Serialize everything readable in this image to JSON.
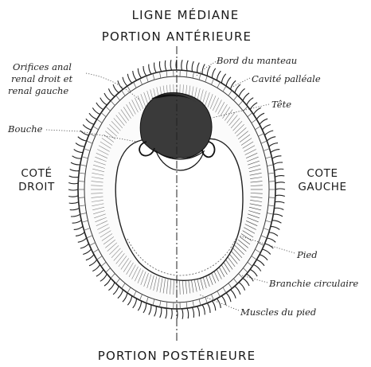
{
  "headings": {
    "top_line1": "LIGNE MÉDIANE",
    "top_line2": "PORTION ANTÉRIEURE",
    "bottom": "PORTION POSTÉRIEURE",
    "left_line1": "COTÉ",
    "left_line2": "DROIT",
    "right_line1": "COTE",
    "right_line2": "GAUCHE"
  },
  "labels": {
    "orifices_line1": "Orifices anal",
    "orifices_line2": "renal droit et",
    "orifices_line3": "renal gauche",
    "bouche": "Bouche",
    "bord_manteau": "Bord du manteau",
    "cavite_palleale": "Cavité palléale",
    "tete": "Tête",
    "pied": "Pied",
    "branchie": "Branchie circulaire",
    "muscles": "Muscles du pied"
  }
}
